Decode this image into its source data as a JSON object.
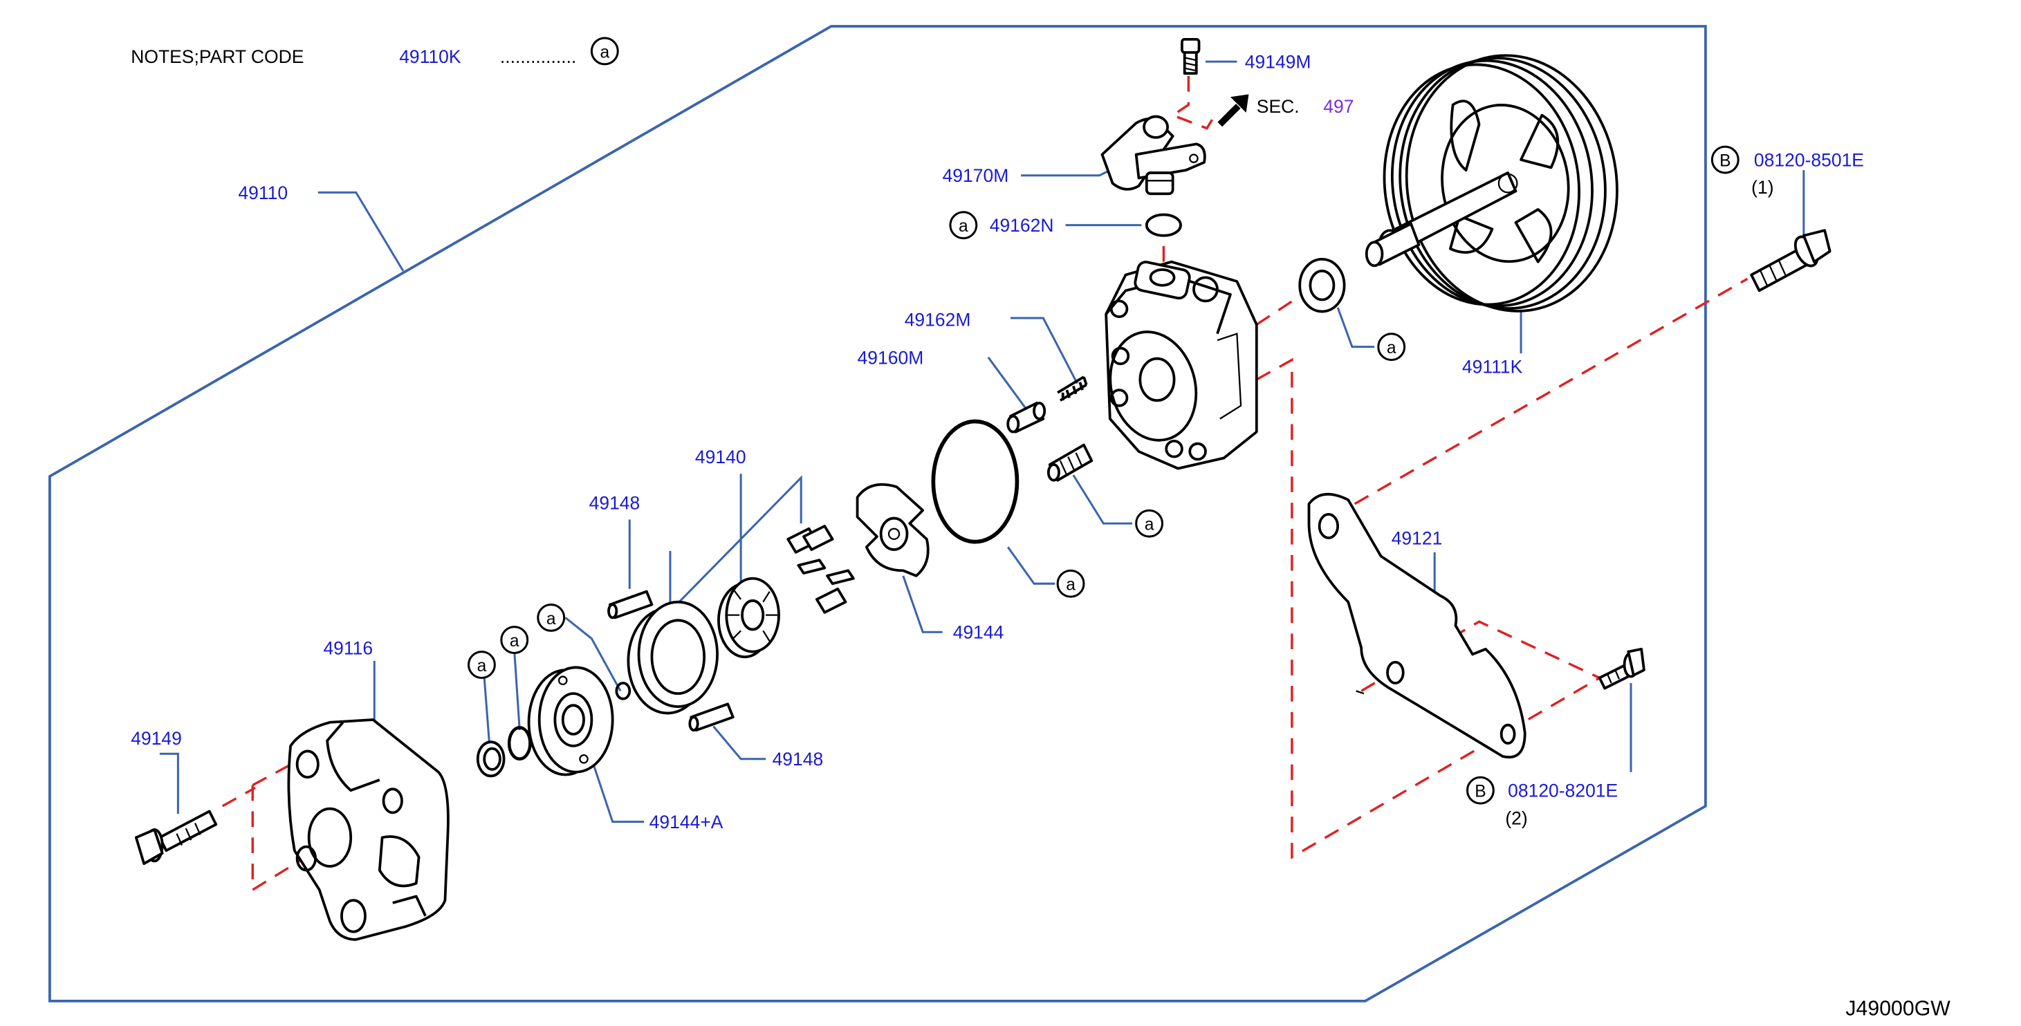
{
  "notes": {
    "prefix": "NOTES;PART   CODE",
    "code": "49110K",
    "dots": "...............",
    "symbol": "a"
  },
  "figure_id": "J49000GW",
  "sec_ref": {
    "label": "SEC.",
    "number": "497"
  },
  "markers": {
    "a": "a",
    "b": "B"
  },
  "parts": {
    "p49110": "49110",
    "p49149M": "49149M",
    "p49170M": "49170M",
    "p49162N": "49162N",
    "p49162M": "49162M",
    "p49160M": "49160M",
    "p49140": "49140",
    "p49148_top": "49148",
    "p49148_bottom": "49148",
    "p49144": "49144",
    "p49144A": "49144+A",
    "p49116": "49116",
    "p49149": "49149",
    "p49111K": "49111K",
    "p49121": "49121",
    "bolt1": "08120-8501E",
    "bolt1_qty": "(1)",
    "bolt2": "08120-8201E",
    "bolt2_qty": "(2)"
  },
  "colors": {
    "label": "#1a1ad6",
    "frame": "#3a64b0",
    "hidden_line": "#e02020",
    "sec_number": "#7a2be0"
  }
}
